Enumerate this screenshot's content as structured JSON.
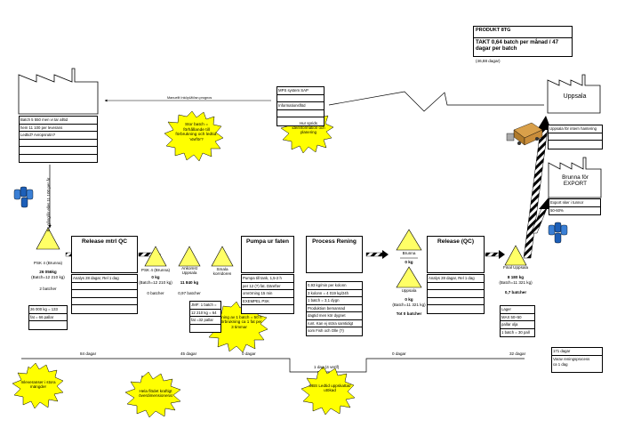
{
  "product": {
    "name": "PRODUKT 8TG",
    "takt": "TAKT 0,64 batch per månad / 47 dagar per batch",
    "takt_sub": "(46,88 dagar)"
  },
  "info_arrow_label": "Manuellt InköpUtlösn.prognos",
  "supplier_table": [
    "Batch 5 550 men vi tar alltid",
    "hem 11 100 per leverans",
    "Ledtid? Avropsrutin?",
    "",
    "",
    ""
  ],
  "customers": {
    "uppsala": {
      "name": "Uppsala",
      "row": "Uppsala för intern hantering"
    },
    "export": {
      "name": "Brunna för EXPORT",
      "rows": [
        "Export sker i tunnor",
        "50-60%"
      ]
    }
  },
  "planning_table": [
    "MPS system SAP",
    "",
    "Informationsflöd",
    "",
    ""
  ],
  "vertical_label": "En gång/år eller 11 100 per år",
  "bursts": {
    "b1": "Stor batch = förhållande till förbrukning och ledtid. Varför?",
    "b2": "Hur sprids idé/information och planering",
    "b3": "Rening av 1 batch = 50 h = förbrukning ca 1 fat per 3 timmar",
    "b4": "Inleveranser i stora mängder",
    "b5": "Hela flödet kraftigt överdimensionerat",
    "b6": "OBS Ledtid uppskattat/ utökad"
  },
  "inventories": {
    "psk4_brunna": {
      "label": "PSK 4 (Brunna)",
      "qty": "26 056kg",
      "batch": "(Batch=12 210 kg)",
      "count": "2 batcher"
    },
    "psk4_brunna2": {
      "label": "PSK 4 (Brunna)",
      "qty": "0 kg",
      "batch": "(Batch=12 210 kg)",
      "count": "0 batcher"
    },
    "ankomst": {
      "label": "Ankomst Uppsala",
      "qty": "11 840 kg",
      "count": "0,97 batcher"
    },
    "sm": {
      "label": "Smala korridoren"
    },
    "brunna": {
      "label": "Brunna",
      "qty": "0 kg"
    },
    "uppsala_inv": {
      "label": "Uppsala",
      "qty": "0 kg",
      "batch": "(Batch=11 321 kg)",
      "count": "Tot 0 batcher"
    },
    "final": {
      "label": "Final Uppsala",
      "qty": "8 180 kg",
      "batch": "(Batch=11 321 kg)",
      "count": "0,7 batcher"
    }
  },
  "processes": {
    "release_mtrl": {
      "title": "Release mtrl QC",
      "rows": [
        "Analys 28 dagar, Rel 1 dag",
        "",
        "",
        "",
        ""
      ]
    },
    "pumpa": {
      "title": "Pumpa ur faten",
      "rows": [
        "Pumpa till tank, 1,5-2 h",
        "per 12 (?) fat. Därefter",
        "omrörning 15 min",
        "EXEMPEL PSK",
        ""
      ]
    },
    "rening": {
      "title": "Process Rening",
      "rows": [
        "0,93 kg/min per kolonn",
        "3 kolonn = 4 019 kg/24h",
        "1 batch = 3,1 dygn",
        "Produktion bemannad",
        "dagtid men kör dygnet",
        "runt. Kan ej störa samtidigt",
        "som Fish och Olle (?)"
      ]
    },
    "release_qc": {
      "title": "Release (QC)",
      "rows": [
        "Analys 28 dagar, Rel 1 dag",
        "",
        "",
        "",
        ""
      ]
    }
  },
  "small_tables": {
    "left": [
      "26 000 kg = 133",
      "fat = 66 pallar",
      ""
    ],
    "mid": [
      "JMF: 1 batch =",
      "12 210 kg = 64",
      "fat =32 pallar",
      ""
    ],
    "final": [
      "Lager",
      "MAX 50+50",
      "pallar olja",
      "1 batch = 30 pall"
    ]
  },
  "timeline": {
    "top_labels": [
      "84 dagar",
      "45 dagar",
      "0 dagar",
      "0 dagar",
      "32 dagar"
    ],
    "bottom_label": "1 dag (4 verif)",
    "total": [
      "171 dagar",
      "Varav reningsprocess",
      "ca 1 dag"
    ]
  }
}
